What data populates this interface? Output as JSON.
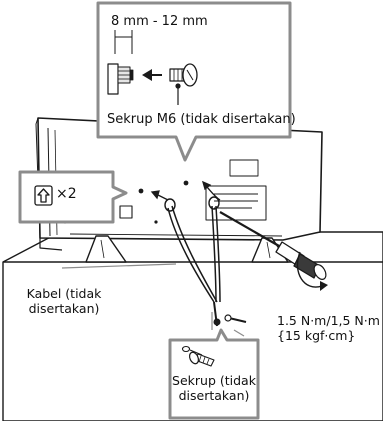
{
  "callout_top": {
    "dimension_label": "8 mm - 12 mm",
    "screw_label": "Sekrup M6 (tidak disertakan)"
  },
  "badge": {
    "icon": "up-arrow-in-box-icon",
    "count_label": "×2"
  },
  "labels": {
    "cable_line1": "Kabel (tidak",
    "cable_line2": "disertakan)",
    "torque_line1": "1.5 N·m/1,5 N·m",
    "torque_line2": "{15 kgf·cm}"
  },
  "callout_bottom": {
    "screw_line1": "Sekrup (tidak",
    "screw_line2": "disertakan)"
  },
  "colors": {
    "line": "#1a1a1a",
    "callout_border": "#8c8c8c",
    "wall": "#ffffff"
  }
}
